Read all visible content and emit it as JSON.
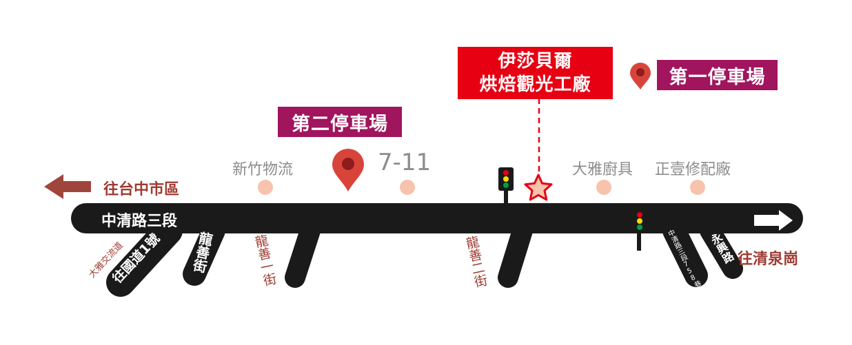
{
  "factory": {
    "name_line1": "伊莎貝爾",
    "name_line2": "烘焙觀光工廠"
  },
  "parking": {
    "first": "第一停車場",
    "second": "第二停車場"
  },
  "landmarks": {
    "hsinchu_logistics": "新竹物流",
    "seven_eleven": "7-11",
    "daya_kitchen": "大雅廚具",
    "zhengyi_repair": "正壹修配廠"
  },
  "roads": {
    "main": "中清路三段",
    "to_freeway": "往國道1號",
    "daya_interchange": "大雅交流道",
    "longshan_st": "龍善街",
    "longshan_1st": "龍善一街",
    "longshan_2nd": "龍善二街",
    "zhongqing_lane": "中清路三段758巷",
    "yongxing_rd": "永興路"
  },
  "directions": {
    "west": "往台中市區",
    "east": "往清泉崗"
  },
  "colors": {
    "road": "#1a1a1a",
    "parking": "#a0155d",
    "factory": "#e60012",
    "pin": "#d9443a",
    "dot": "#f7c3ac",
    "direction_text": "#9e3b32",
    "landmark_text": "#8c8c8c"
  }
}
